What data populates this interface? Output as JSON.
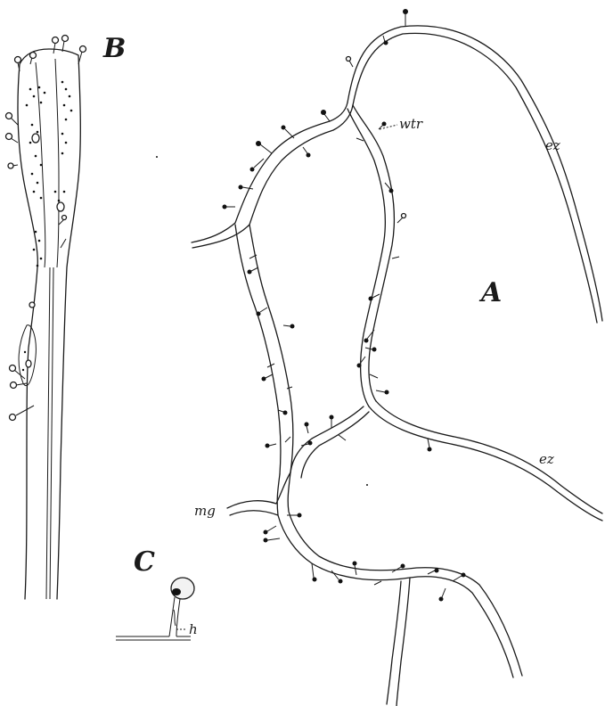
{
  "figure_labels": {
    "A": "A",
    "B": "B",
    "C": "C",
    "wtr": "wtr",
    "ez_upper": "ez",
    "ez_lower": "ez",
    "mg": "mg",
    "h": "h"
  },
  "colors": {
    "ink": "#1a1a1a",
    "paper": "#ffffff"
  }
}
